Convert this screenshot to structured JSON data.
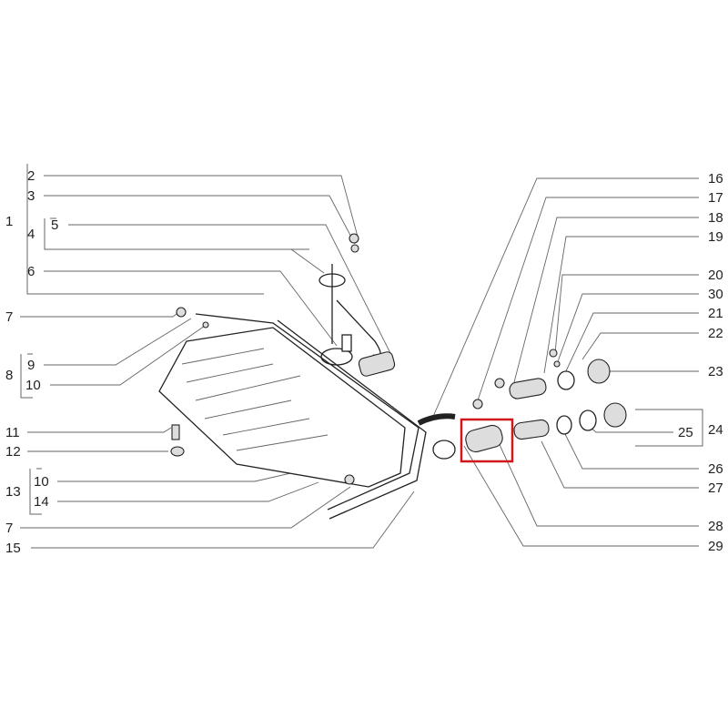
{
  "diagram": {
    "title": "Fuel tank exploded parts diagram",
    "left_labels": [
      "1",
      "2",
      "3",
      "4",
      "5",
      "6",
      "7",
      "8",
      "9",
      "10",
      "11",
      "12",
      "13",
      "10",
      "14",
      "7",
      "15"
    ],
    "right_labels": [
      "16",
      "17",
      "18",
      "19",
      "20",
      "30",
      "21",
      "22",
      "23",
      "24",
      "25",
      "26",
      "27",
      "28",
      "29"
    ],
    "highlight_color": "#d0161b",
    "highlighted_part": "28"
  }
}
